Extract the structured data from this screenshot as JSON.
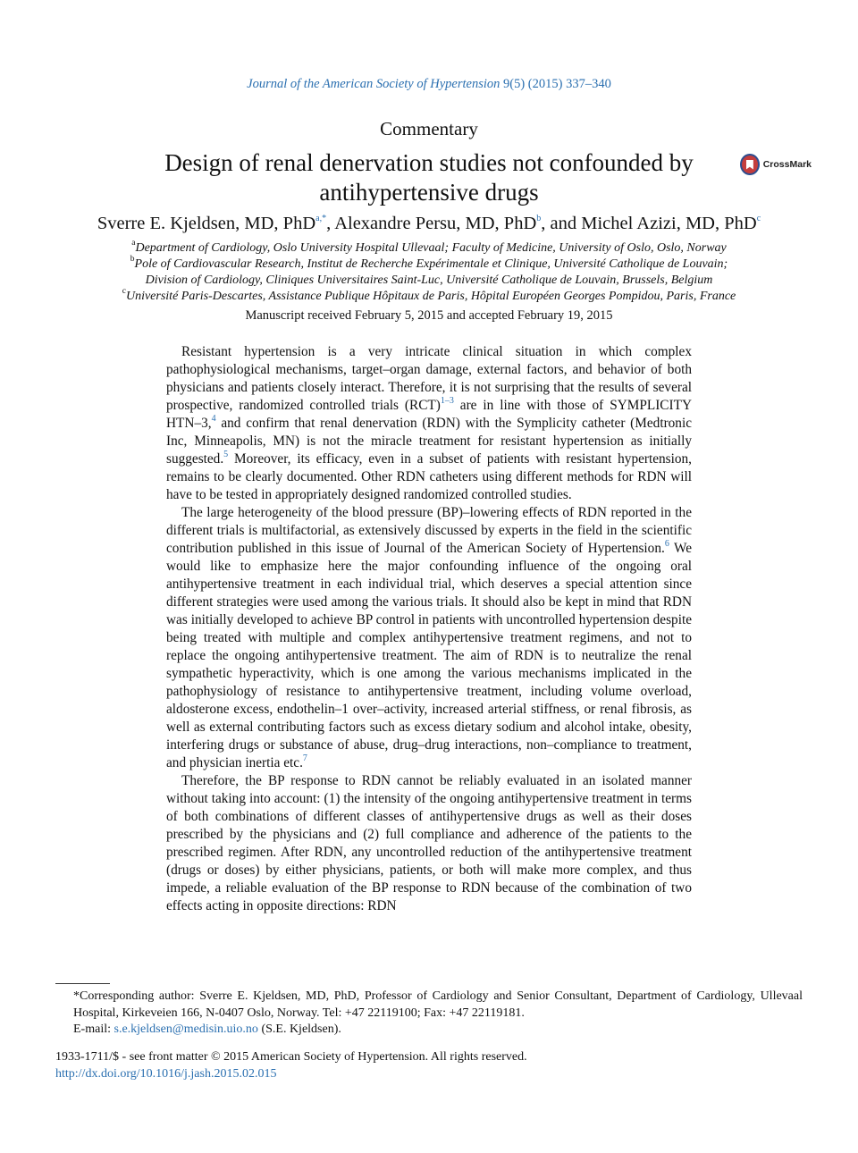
{
  "header": {
    "journal_name": "Journal of the American Society of Hypertension",
    "journal_citation": "9(5) (2015) 337–340"
  },
  "article_type": "Commentary",
  "title": "Design of renal denervation studies not confounded by antihypertensive drugs",
  "crossmark": {
    "label": "CrossMark",
    "icon": "crossmark-icon",
    "colors": {
      "ring": "#2b4d8f",
      "fill": "#c43d3d"
    }
  },
  "authors": [
    {
      "name": "Sverre E. Kjeldsen, MD, PhD",
      "sup": "a,*",
      "sep": ", "
    },
    {
      "name": "Alexandre Persu, MD, PhD",
      "sup": "b",
      "sep": ", and "
    },
    {
      "name": "Michel Azizi, MD, PhD",
      "sup": "c",
      "sep": ""
    }
  ],
  "affiliations": [
    {
      "mark": "a",
      "lines": [
        "Department of Cardiology, Oslo University Hospital Ullevaal; Faculty of Medicine, University of Oslo, Oslo, Norway"
      ]
    },
    {
      "mark": "b",
      "lines": [
        "Pole of Cardiovascular Research, Institut de Recherche Expérimentale et Clinique, Université Catholique de Louvain;",
        "Division of Cardiology, Cliniques Universitaires Saint-Luc, Université Catholique de Louvain, Brussels, Belgium"
      ]
    },
    {
      "mark": "c",
      "lines": [
        "Université Paris-Descartes, Assistance Publique Hôpitaux de Paris, Hôpital Européen Georges Pompidou, Paris, France"
      ]
    }
  ],
  "manuscript_dates": "Manuscript received February 5, 2015 and accepted February 19, 2015",
  "body": [
    [
      {
        "t": "Resistant hypertension is a very intricate clinical situation in which complex pathophysiological mechanisms, target–organ damage, external factors, and behavior of both physicians and patients closely interact. Therefore, it is not surprising that the results of several prospective, randomized controlled trials (RCT)"
      },
      {
        "sup": "1–3"
      },
      {
        "t": " are in line with those of SYMPLICITY HTN–3,"
      },
      {
        "sup": "4"
      },
      {
        "t": " and confirm that renal denervation (RDN) with the Symplicity catheter (Medtronic Inc, Minneapolis, MN) is not the miracle treatment for resistant hypertension as initially suggested."
      },
      {
        "sup": "5"
      },
      {
        "t": " Moreover, its efficacy, even in a subset of patients with resistant hypertension, remains to be clearly documented. Other RDN catheters using different methods for RDN will have to be tested in appropriately designed randomized controlled studies."
      }
    ],
    [
      {
        "t": "The large heterogeneity of the blood pressure (BP)–lowering effects of RDN reported in the different trials is multifactorial, as extensively discussed by experts in the field in the scientific contribution published in this issue of Journal of the American Society of Hypertension."
      },
      {
        "sup": "6"
      },
      {
        "t": " We would like to emphasize here the major confounding influence of the ongoing oral antihypertensive treatment in each individual trial, which deserves a special attention since different strategies were used among the various trials. It should also be kept in mind that RDN was initially developed to achieve BP control in patients with uncontrolled hypertension despite being treated with multiple and complex antihypertensive treatment regimens, and not to replace the ongoing antihypertensive treatment. The aim of RDN is to neutralize the renal sympathetic hyperactivity, which is one among the various mechanisms implicated in the pathophysiology of resistance to antihypertensive treatment, including volume overload, aldosterone excess, endothelin–1 over–activity, increased arterial stiffness, or renal fibrosis, as well as external contributing factors such as excess dietary sodium and alcohol intake, obesity, interfering drugs or substance of abuse, drug–drug interactions, non–compliance to treatment, and physician inertia etc."
      },
      {
        "sup": "7"
      }
    ],
    [
      {
        "t": "Therefore, the BP response to RDN cannot be reliably evaluated in an isolated manner without taking into account: (1) the intensity of the ongoing antihypertensive treatment in terms of both combinations of different classes of antihypertensive drugs as well as their doses prescribed by the physicians and (2) full compliance and adherence of the patients to the prescribed regimen. After RDN, any uncontrolled reduction of the antihypertensive treatment (drugs or doses) by either physicians, patients, or both will make more complex, and thus impede, a reliable evaluation of the BP response to RDN because of the combination of two effects acting in opposite directions: RDN"
      }
    ]
  ],
  "footnote": {
    "corresponding": "*Corresponding author: Sverre E. Kjeldsen, MD, PhD, Professor of Cardiology and Senior Consultant, Department of Cardiology, Ullevaal Hospital, Kirkeveien 166, N-0407 Oslo, Norway. Tel: +47 22119100; Fax: +47 22119181.",
    "email_label": "E-mail:",
    "email": "s.e.kjeldsen@medisin.uio.no",
    "email_suffix": "(S.E. Kjeldsen)."
  },
  "issn_line": "1933-1711/$ - see front matter © 2015 American Society of Hypertension. All rights reserved.",
  "doi": "http://dx.doi.org/10.1016/j.jash.2015.02.015"
}
